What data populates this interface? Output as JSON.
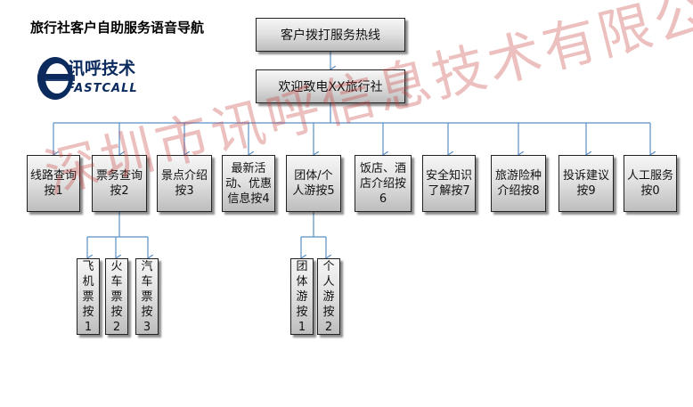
{
  "title": "旅行社客户自助服务语音导航",
  "logo": {
    "text": "讯呼技术",
    "sub": "FASTCALL"
  },
  "watermark": "深圳市讯呼信息技术有限公司",
  "nodes": {
    "root": "客户拨打服务热线",
    "welcome": "欢迎致电XX旅行社",
    "options": [
      "线路查询按1",
      "票务查询按2",
      "景点介绍按3",
      "最新活动、优惠信息按4",
      "团体/个人游按5",
      "饭店、酒店介绍按6",
      "安全知识了解按7",
      "旅游险种介绍按8",
      "投诉建议按9",
      "人工服务按0"
    ],
    "ticket_sub": [
      "飞机票按1",
      "火车票按2",
      "汽车票按3"
    ],
    "tour_sub": [
      "团体游按1",
      "个人游按2"
    ]
  },
  "colors": {
    "connector": "#5b8fc4",
    "watermark": "#c83c3c",
    "logo": "#0b2a5e"
  }
}
